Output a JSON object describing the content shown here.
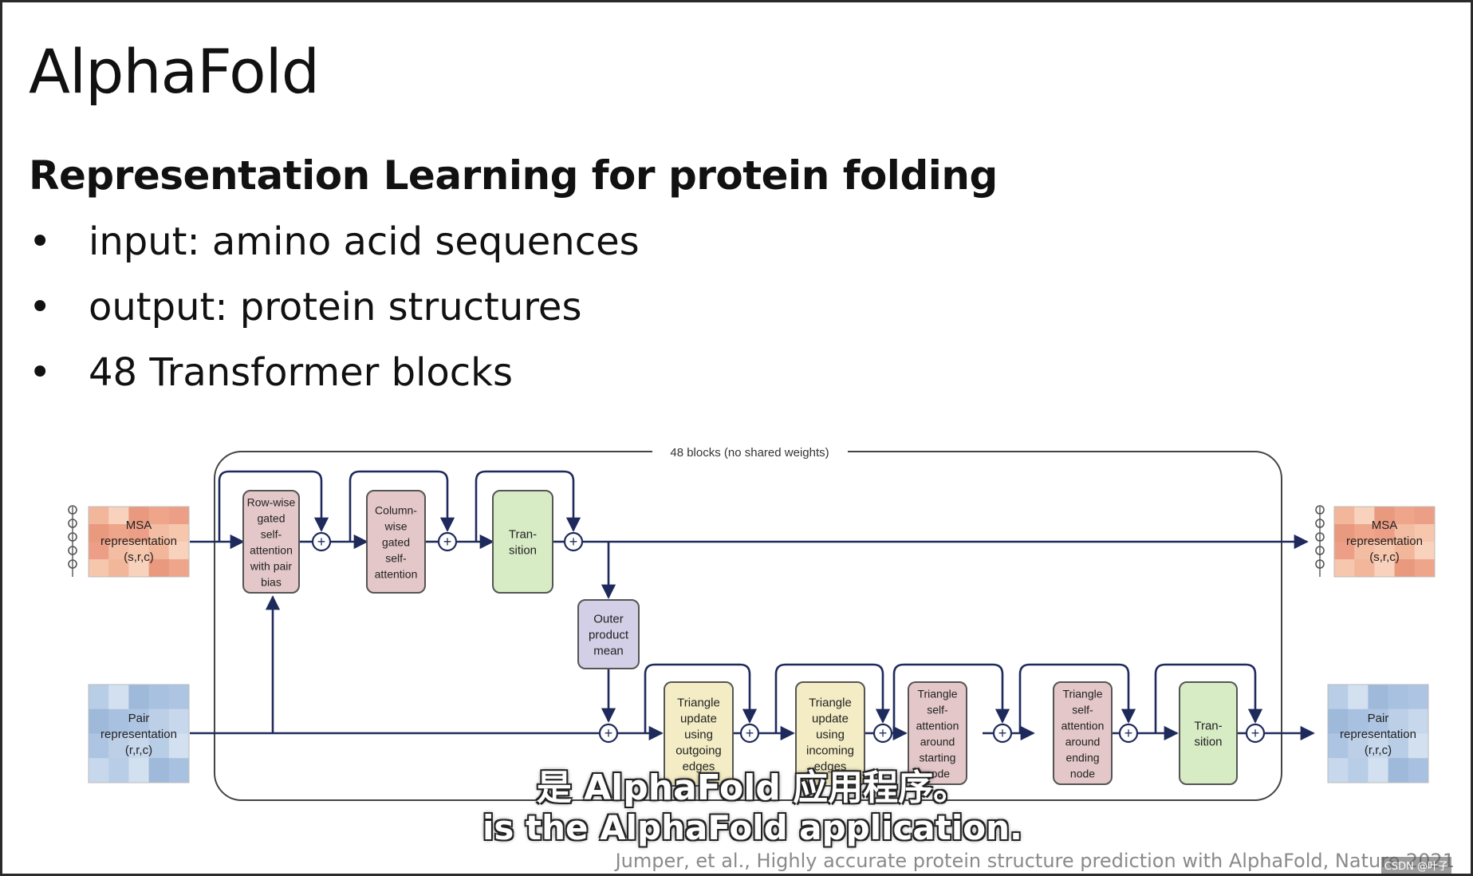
{
  "slide": {
    "title": "AlphaFold",
    "subtitle": "Representation Learning for protein folding",
    "bullets": [
      {
        "bullet": "•",
        "text": "input: amino acid sequences"
      },
      {
        "bullet": "•",
        "text": "output: protein structures"
      },
      {
        "bullet": "•",
        "text": "48 Transformer blocks"
      }
    ]
  },
  "diagram": {
    "frame_label": "48 blocks (no shared weights)",
    "msa_in": [
      "MSA",
      "representation",
      "(s,r,c)"
    ],
    "pair_in": [
      "Pair",
      "representation",
      "(r,r,c)"
    ],
    "msa_out": [
      "MSA",
      "representation",
      "(s,r,c)"
    ],
    "pair_out": [
      "Pair",
      "representation",
      "(r,r,c)"
    ],
    "row_attention": [
      "Row-wise",
      "gated",
      "self-",
      "attention",
      "with pair",
      "bias"
    ],
    "column_attention": [
      "Column-",
      "wise",
      "gated",
      "self-",
      "attention"
    ],
    "msa_transition": [
      "Tran-",
      "sition"
    ],
    "outer_product": [
      "Outer",
      "product",
      "mean"
    ],
    "tri_outgoing": [
      "Triangle",
      "update",
      "using",
      "outgoing",
      "edges"
    ],
    "tri_incoming": [
      "Triangle",
      "update",
      "using",
      "incoming",
      "edges"
    ],
    "tri_att_start": [
      "Triangle",
      "self-",
      "attention",
      "around",
      "starting",
      "node"
    ],
    "tri_att_end": [
      "Triangle",
      "self-",
      "attention",
      "around",
      "ending",
      "node"
    ],
    "pair_transition": [
      "Tran-",
      "sition"
    ],
    "plus": "+",
    "colors": {
      "line": "#1f2a5c",
      "attention_fill": "#e3c7c9",
      "transition_fill": "#d7ebc5",
      "outer_fill": "#d3cfe6",
      "triangle_update_fill": "#f3ecc4",
      "box_stroke": "#555555"
    }
  },
  "subtitles": {
    "chinese": "是 AlphaFold 应用程序。",
    "english": "is the AlphaFold application."
  },
  "citation": "Jumper, et al., Highly accurate protein structure prediction with AlphaFold, Nature 2021",
  "watermark": "CSDN @叶子"
}
